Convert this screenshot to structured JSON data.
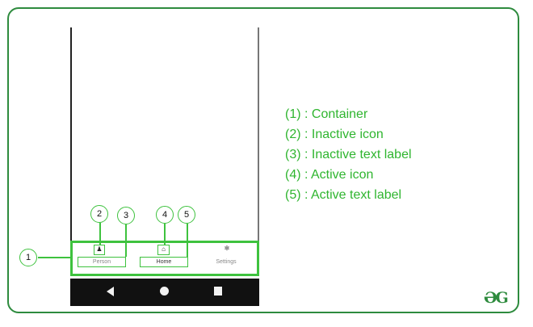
{
  "tabs": [
    {
      "label": "Person",
      "icon": "person-icon"
    },
    {
      "label": "Home",
      "icon": "home-icon"
    },
    {
      "label": "Settings",
      "icon": "settings-icon"
    }
  ],
  "callouts": [
    "1",
    "2",
    "3",
    "4",
    "5"
  ],
  "legend": [
    "(1) : Container",
    "(2) : Inactive icon",
    "(3) : Inactive text label",
    "(4) : Active icon",
    "(5) : Active text label"
  ],
  "logo": "ƏG",
  "colors": {
    "accent_green": "#3ec23e",
    "legend_text": "#2fb52f",
    "frame_border": "#2e8b3e",
    "system_bar": "#111111"
  }
}
